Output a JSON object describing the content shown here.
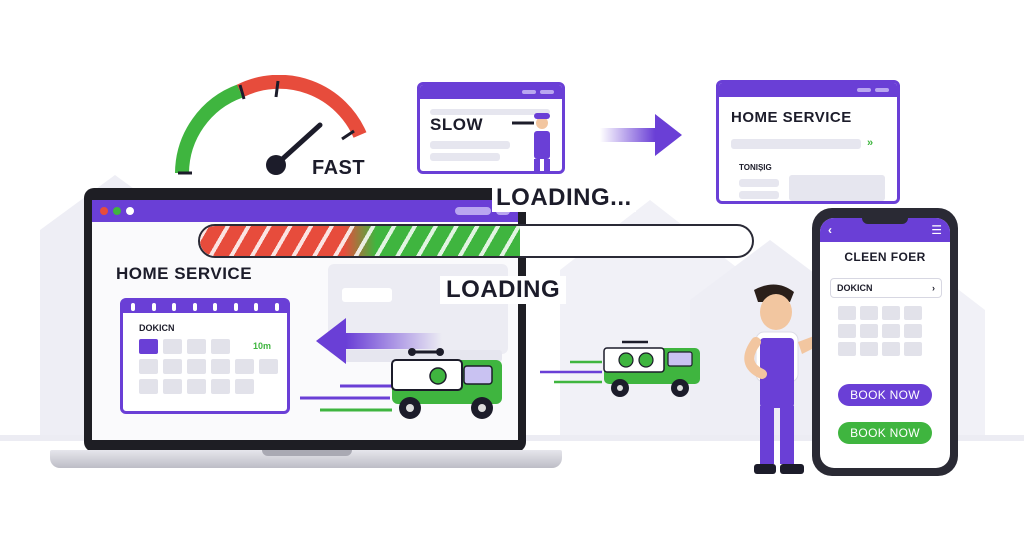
{
  "gauge": {
    "label": "FAST",
    "colors": {
      "green": "#3fb53f",
      "red": "#e74c3c"
    }
  },
  "slow_card": {
    "label": "SLOW"
  },
  "home_card": {
    "title": "HOME SERVICE",
    "field_label": "TONIȘIG"
  },
  "loading": {
    "top_label": "LOADING...",
    "bottom_label": "LOADING",
    "progress": 0.58
  },
  "laptop": {
    "title": "HOME SERVICE",
    "calendar": {
      "label": "DOKICN",
      "time": "10m"
    }
  },
  "phone": {
    "title": "CLEEN FOER",
    "field": "DOKICN",
    "buttons": [
      {
        "label": "BOOK NOW",
        "color": "#6a3fd6"
      },
      {
        "label": "BOOK NOW",
        "color": "#3fb53f"
      }
    ]
  },
  "icons": [
    "speedometer-icon",
    "arrow-right-icon",
    "arrow-left-icon",
    "delivery-van-icon",
    "calendar-icon",
    "chevron-left-icon",
    "hamburger-menu-icon",
    "chevron-right-icon",
    "worker-figure",
    "wrench-icon"
  ],
  "colors": {
    "accent": "#6a3fd6",
    "green": "#3fb53f",
    "red": "#e74c3c",
    "house": "#eeeef5"
  }
}
